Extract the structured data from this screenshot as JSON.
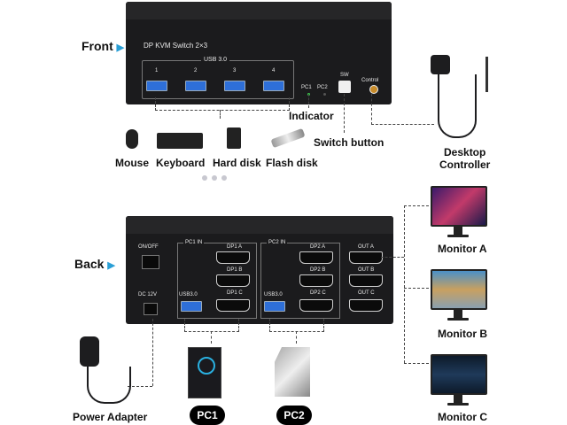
{
  "front": {
    "section_label": "Front",
    "device_title": "DP KVM Switch 2×3",
    "usb_label": "USB 3.0",
    "port_numbers": [
      "1",
      "2",
      "3",
      "4"
    ],
    "pc1": "PC1",
    "pc2": "PC2",
    "sw": "SW",
    "control": "Control",
    "indicator_label": "Indicator",
    "switch_button_label": "Switch button",
    "desktop_controller_label": "Desktop\nController",
    "peripherals": [
      "Mouse",
      "Keyboard",
      "Hard disk",
      "Flash disk"
    ]
  },
  "back": {
    "section_label": "Back",
    "on_off": "ON/OFF",
    "dc": "DC 12V",
    "pc1_in": "PC1 IN",
    "pc2_in": "PC2 IN",
    "dp1a": "DP1 A",
    "dp1b": "DP1 B",
    "dp1c": "DP1 C",
    "dp2a": "DP2 A",
    "dp2b": "DP2 B",
    "dp2c": "DP2 C",
    "outa": "OUT A",
    "outb": "OUT B",
    "outc": "OUT C",
    "usb30_1": "USB3.0",
    "usb30_2": "USB3.0",
    "power_adapter_label": "Power Adapter",
    "pc1_label": "PC1",
    "pc2_label": "PC2",
    "monitors": [
      "Monitor A",
      "Monitor B",
      "Monitor C"
    ]
  },
  "colors": {
    "accent": "#2a9fd6",
    "device": "#1b1b1d",
    "usb_blue": "#2e6fd8"
  }
}
